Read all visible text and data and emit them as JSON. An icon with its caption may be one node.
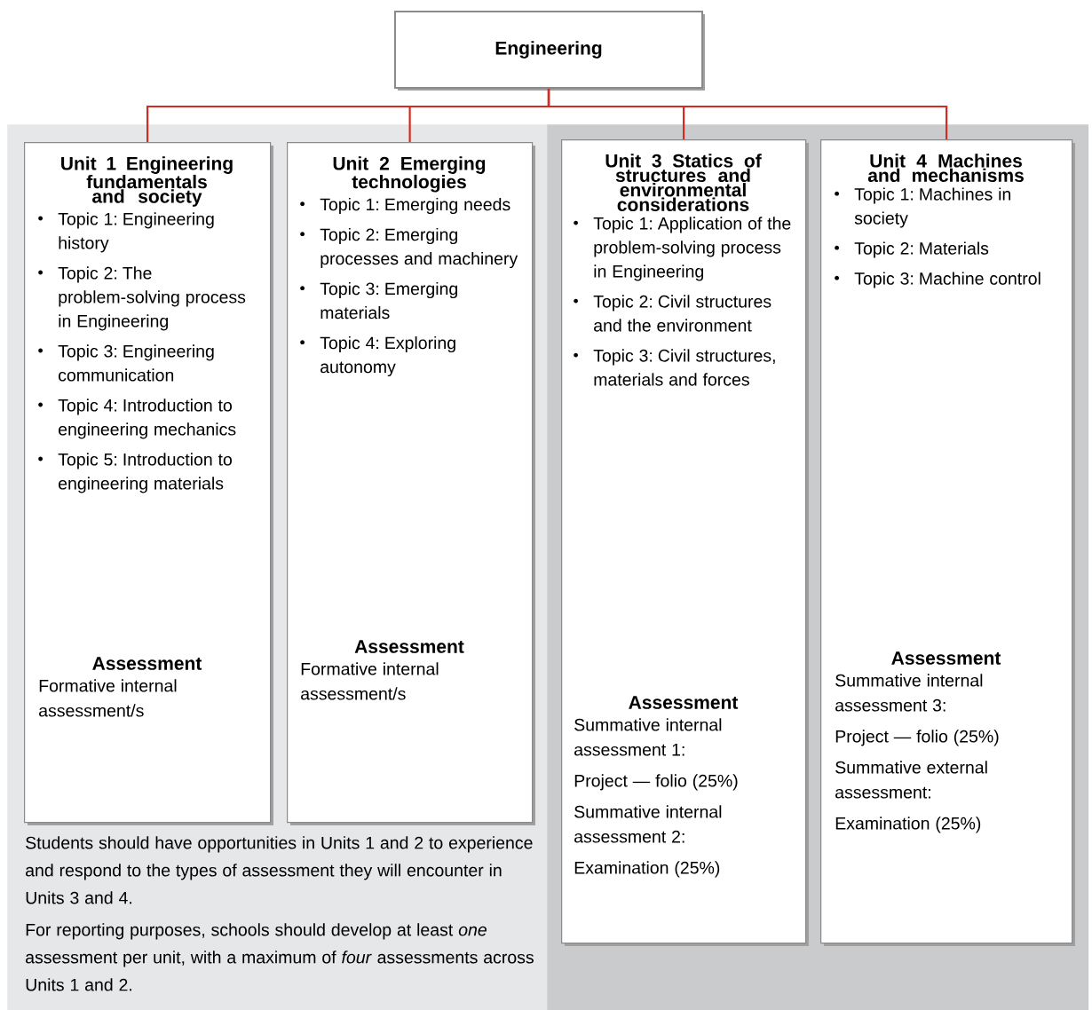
{
  "diagram": {
    "nodes": [
      {
        "text": [
          "Engineering"
        ]
      },
      {
        "text": [
          "Students should have opportunities in Units 1 and 2 to experience and respond to the types of assessment they will encounter in Units 3 and 4.",
          "For reporting purposes, schools should develop at least *one* assessment per unit, with a maximum of *four* assessments across Units 1 and 2."
        ]
      },
      {
        "text": [
          "Unit 1 Engineering fundamentals and society",
          "Topic 1: Engineering history",
          "Topic 2: The problem-solving process in Engineering",
          "Topic 3: Engineering communication",
          "Topic 4: Introduction to engineering mechanics",
          "Topic 5: Introduction to engineering materials",
          "Assessment",
          "Formative internal assessment/s"
        ],
        "in": 1
      },
      {
        "text": [
          "Unit 2 Emerging technologies",
          "Topic 1: Emerging needs",
          "Topic 2: Emerging processes and machinery",
          "Topic 3: Emerging materials",
          "Topic 4: Exploring autonomy",
          "Assessment",
          "Formative internal assessment/s"
        ],
        "in": 1
      },
      {
        "text": [],
        "shape": "box"
      },
      {
        "text": [
          "Unit 3 Statics of structures and environmental considerations",
          "Topic 1: Application of the problem-solving process in Engineering",
          "Topic 2: Civil structures and the environment",
          "Topic 3: Civil structures, materials and forces",
          "Assessment",
          "Summative internal assessment 1:",
          "Project — folio (25%)",
          "Summative internal assessment 2:",
          "Examination (25%)"
        ],
        "in": 4
      },
      {
        "text": [
          "Unit 4 Machines and mechanisms",
          "Topic 1: Machines in society",
          "Topic 2: Materials",
          "Topic 3: Machine control",
          "Assessment",
          "Summative internal assessment 3:",
          "Project — folio (25%)",
          "Summative external assessment:",
          "Examination (25%)"
        ],
        "in": 4
      }
    ],
    "edges": [
      {
        "from": 0,
        "to": 2,
        "arrow": "none"
      },
      {
        "from": 0,
        "to": 3,
        "arrow": "none"
      },
      {
        "from": 0,
        "to": 5,
        "arrow": "none"
      },
      {
        "from": 0,
        "to": 6,
        "arrow": "none"
      }
    ]
  }
}
